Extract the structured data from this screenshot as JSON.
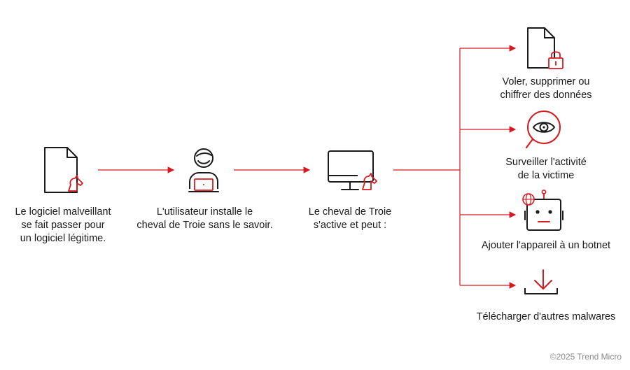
{
  "colors": {
    "accent": "#d71920",
    "ink": "#1a1a1a",
    "muted": "#8a8a8a"
  },
  "steps": [
    {
      "icon": "document-horse-icon",
      "caption": "Le logiciel malveillant\nse fait passer pour\nun logiciel légitime."
    },
    {
      "icon": "user-laptop-icon",
      "caption": "L'utilisateur installe le\ncheval de Troie sans le savoir."
    },
    {
      "icon": "monitor-horse-icon",
      "caption": "Le cheval de Troie\ns'active et peut :"
    }
  ],
  "outcomes": [
    {
      "icon": "locked-document-icon",
      "caption": "Voler, supprimer ou\nchiffrer des données"
    },
    {
      "icon": "eye-magnifier-icon",
      "caption": "Surveiller l'activité\nde la victime"
    },
    {
      "icon": "robot-globe-icon",
      "caption": "Ajouter l'appareil à un botnet"
    },
    {
      "icon": "download-tray-icon",
      "caption": "Télécharger d'autres malwares"
    }
  ],
  "copyright": "©2025 Trend Micro"
}
